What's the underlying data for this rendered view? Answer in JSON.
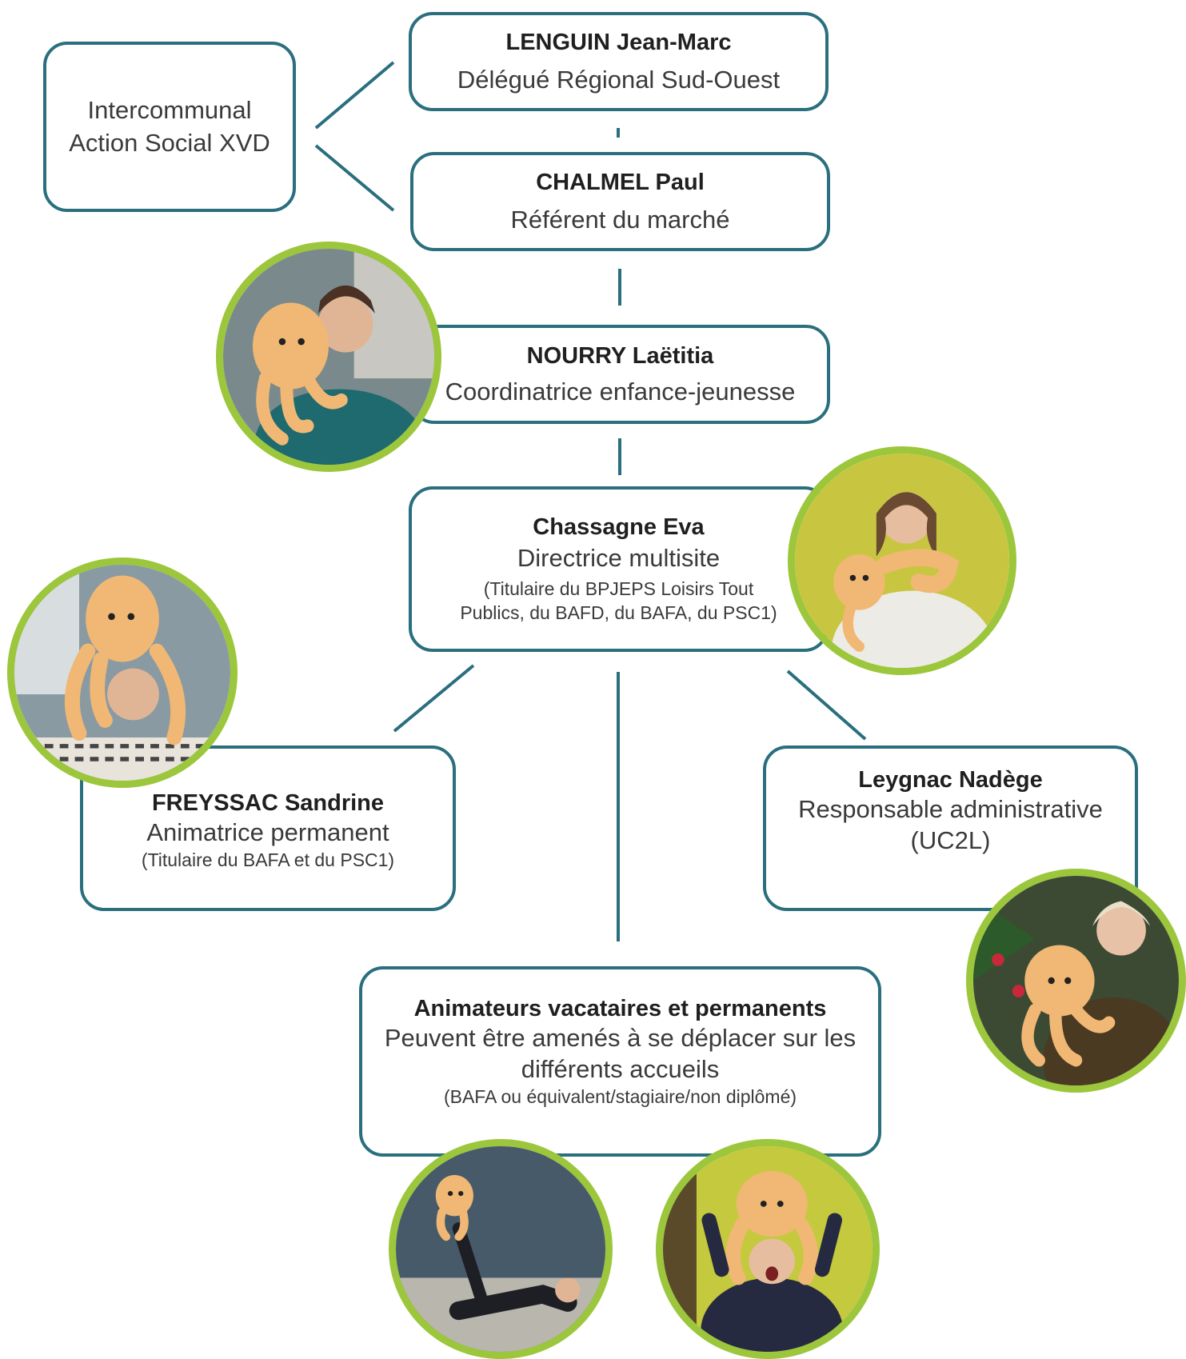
{
  "colors": {
    "box_border": "#2a6f7e",
    "connector": "#2a6f7e",
    "photo_ring": "#9cc63b"
  },
  "intercommunal": {
    "line1": "Intercommunal",
    "line2": "Action Social XVD"
  },
  "lenguin": {
    "name": "LENGUIN Jean-Marc",
    "role": "Délégué Régional Sud-Ouest"
  },
  "chalmel": {
    "name": "CHALMEL Paul",
    "role": "Référent du marché"
  },
  "nourry": {
    "name": "NOURRY Laëtitia",
    "role": "Coordinatrice enfance-jeunesse"
  },
  "chassagne": {
    "name": "Chassagne Eva",
    "role": "Directrice multisite",
    "note_line1": "(Titulaire du BPJEPS Loisirs Tout",
    "note_line2": "Publics, du BAFD, du BAFA, du PSC1)"
  },
  "freyssac": {
    "name": "FREYSSAC Sandrine",
    "role": "Animatrice permanent",
    "note": "(Titulaire du BAFA et du PSC1)"
  },
  "leygnac": {
    "name": "Leygnac Nadège",
    "role_line1": "Responsable administrative",
    "role_line2": "(UC2L)"
  },
  "animateurs": {
    "name": "Animateurs vacataires et permanents",
    "role_line1": "Peuvent être amenés à se déplacer sur les",
    "role_line2": "différents accueils",
    "note": "(BAFA ou équivalent/stagiaire/non diplômé)"
  }
}
